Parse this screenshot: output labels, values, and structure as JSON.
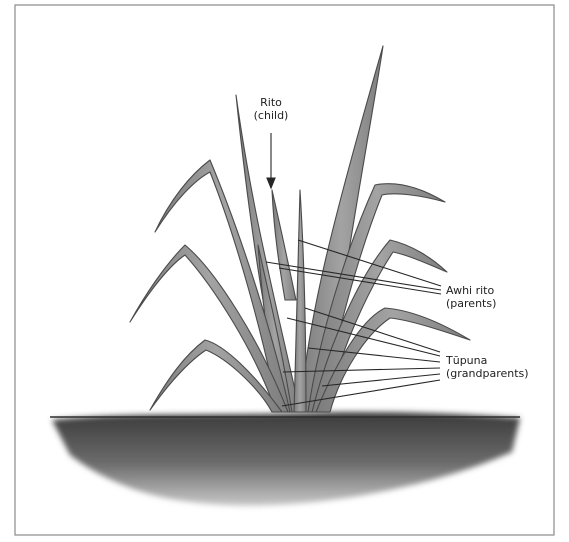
{
  "labels": {
    "rito": {
      "name": "Rito",
      "desc": "(child)"
    },
    "awhi_rito": {
      "name": "Awhi rito",
      "desc": "(parents)"
    },
    "tupuna": {
      "name": "Tūpuna",
      "desc": "(grandparents)"
    }
  },
  "colors": {
    "leaf": "#909090",
    "leaf_edge": "#4a4a4a",
    "soil": "#5a5a5a",
    "frame": "#8a8a8a",
    "line": "#262626"
  }
}
